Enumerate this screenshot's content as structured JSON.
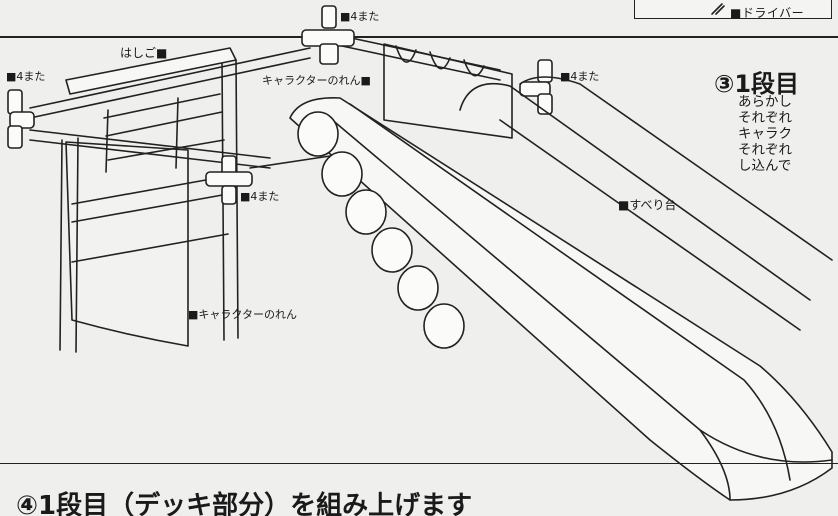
{
  "header": {
    "tool_label": "■ドライバー"
  },
  "labels": {
    "joint_top": "■4また",
    "joint_left": "■4また",
    "joint_right": "■4また",
    "joint_bottom": "■4また",
    "ladder": "はしご■",
    "curtain_top": "キャラクターのれん■",
    "curtain_bottom": "■キャラクターのれん",
    "slide": "■すべり台"
  },
  "step3": {
    "title": "③1段目",
    "lines": [
      "あらかし",
      "それぞれ",
      "キャラク",
      "それぞれ",
      "し込んで"
    ]
  },
  "step4": {
    "heading": "④1段目（デッキ部分）を組み上げます"
  }
}
